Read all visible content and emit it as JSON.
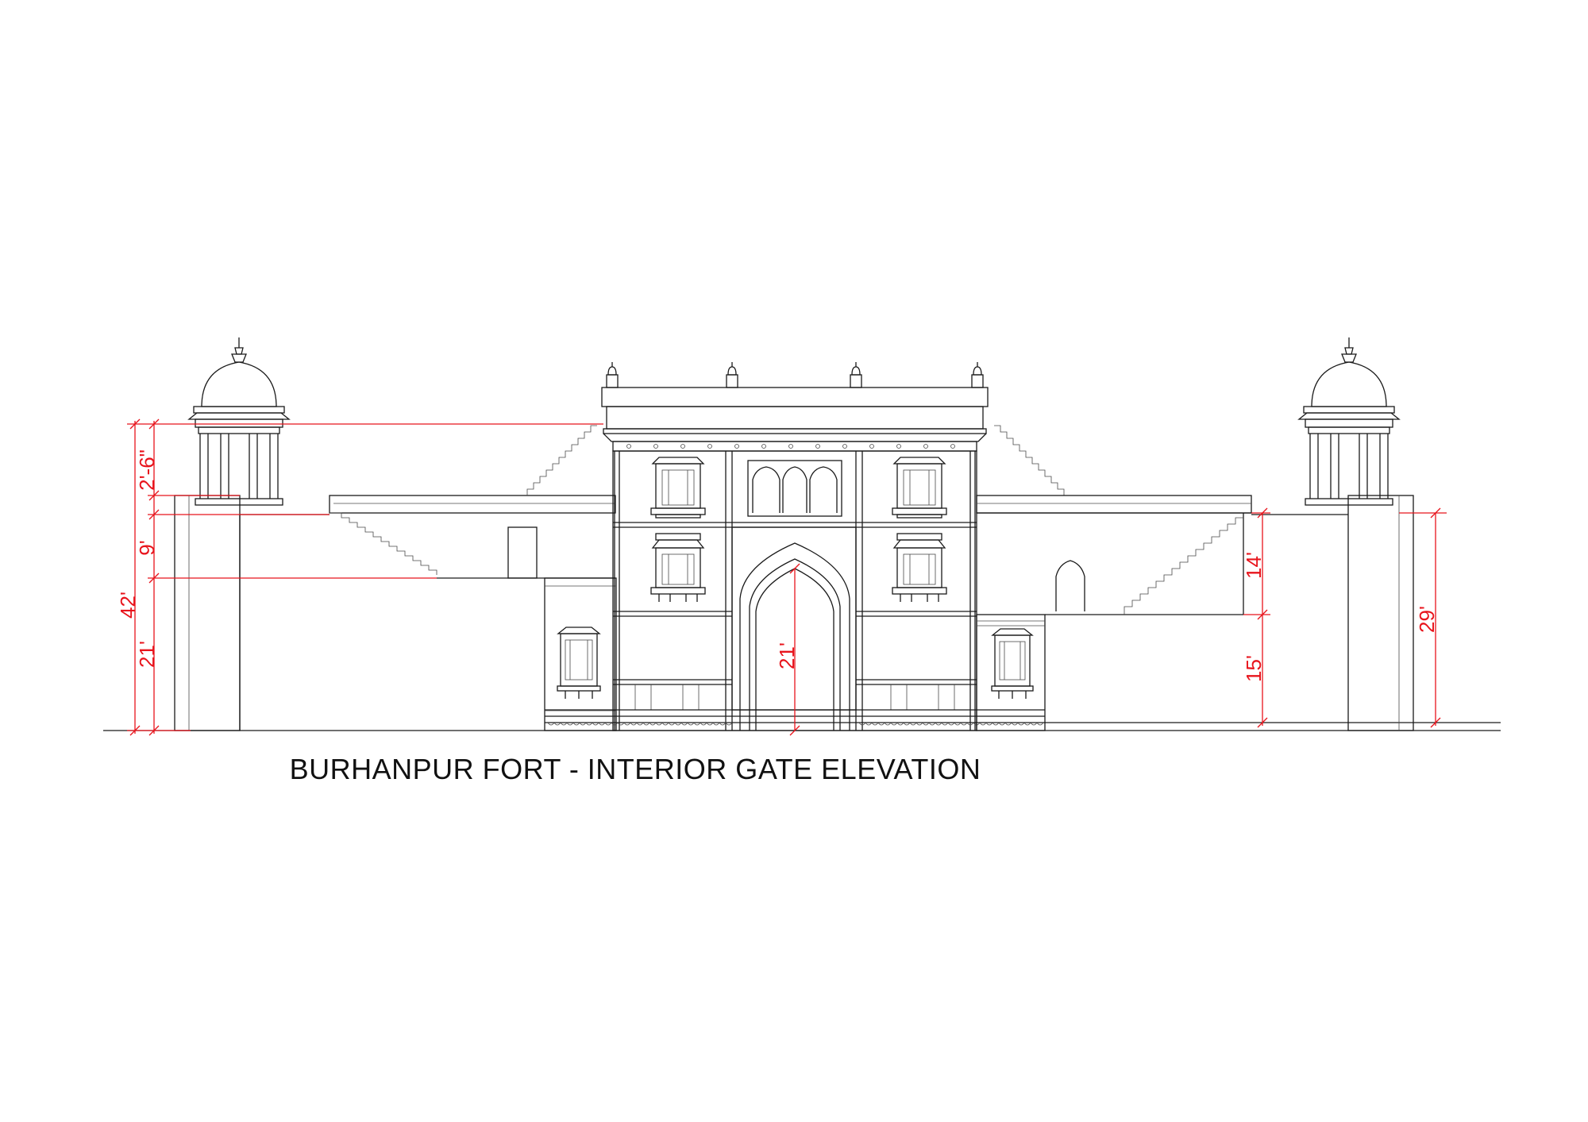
{
  "title": "BURHANPUR FORT - INTERIOR GATE ELEVATION",
  "colors": {
    "lines": "#1a1a1a",
    "dimensions": "#e8141c",
    "background": "#ffffff"
  },
  "dimensions": {
    "total_height": "42'",
    "top_parapet": "2'-6\"",
    "upper_wall": "9'",
    "lower_wall_left": "21'",
    "arch_height": "21'",
    "right_upper": "14'",
    "right_lower": "15'",
    "right_total": "29'"
  }
}
